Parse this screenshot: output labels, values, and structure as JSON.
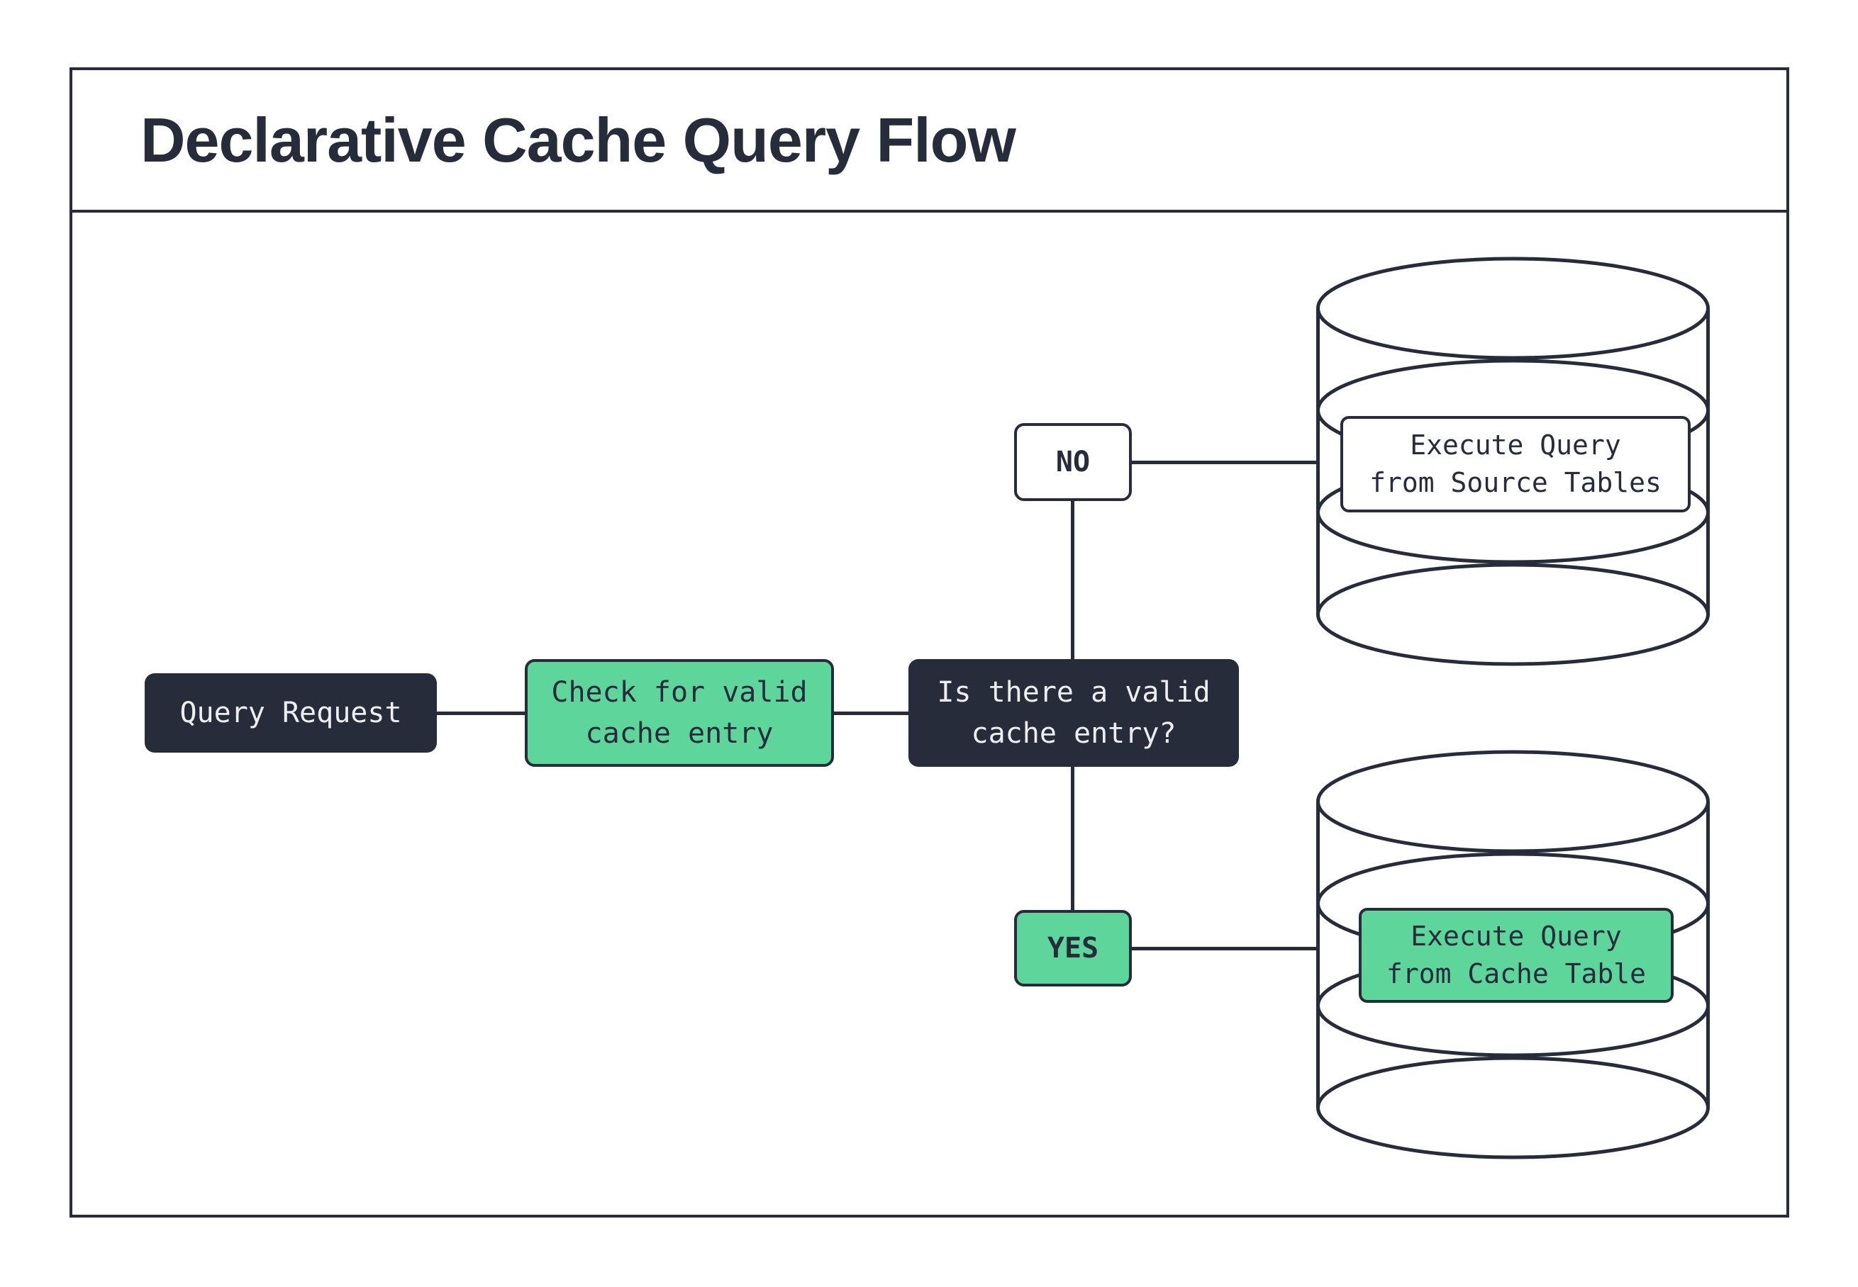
{
  "title": "Declarative Cache Query Flow",
  "colors": {
    "navy": "#272c3b",
    "green": "#5ed69b",
    "light_text": "#eceef0",
    "white": "#ffffff"
  },
  "flow": {
    "query_request": "Query Request",
    "check_cache": "Check for valid\ncache entry",
    "decision": "Is there a valid\ncache entry?",
    "branch_no": "NO",
    "branch_yes": "YES",
    "execute_source": "Execute Query\nfrom Source Tables",
    "execute_cache": "Execute Query\nfrom Cache Table"
  }
}
